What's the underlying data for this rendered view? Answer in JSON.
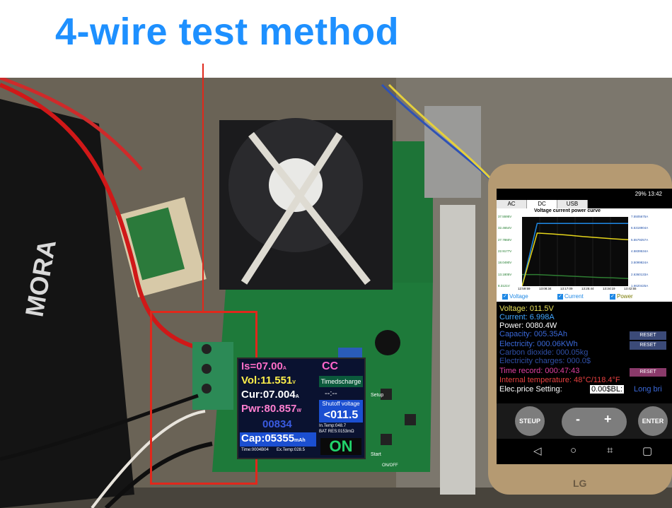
{
  "title": "4-wire test method",
  "load_board": {
    "lcd": {
      "is": "Is=07.00",
      "is_unit": "A",
      "vol": "Vol:11.551",
      "vol_unit": "V",
      "cur": "Cur:07.004",
      "cur_unit": "A",
      "pwr": "Pwr:80.857",
      "pwr_unit": "W",
      "wh": "00834",
      "cap": "Cap:05355",
      "cap_unit": "mAh",
      "timer": "Time:0004B04",
      "ex_temp": "Ex.Temp:028.5",
      "mode": "CC",
      "timed_discharge": "Timedscharge",
      "dashes": "--:--",
      "shutoff_voltage": "Shutoff voltage",
      "low_voltage": "<011.5",
      "in_temp": "In.Temp:048.7",
      "bat_res": "BAT RES:0153mΩ",
      "on": "ON"
    },
    "silk_setup": "Setup",
    "silk_start": "Start",
    "silk_on_off": "ON/OFF"
  },
  "phone": {
    "status_bar": "29% 13:42",
    "tabs": [
      "AC",
      "DC",
      "USB"
    ],
    "active_tab": "DC",
    "chart_data": {
      "type": "line",
      "title": "Voltage current power curve",
      "x": [
        "12:59:59",
        "13:08:34",
        "13:17:09",
        "13:25:44",
        "13:34:19",
        "13:42:55"
      ],
      "y_left_ticks": [
        "37.5595V",
        "32.4654V",
        "27.7860V",
        "22.9177V",
        "18.0490V",
        "13.1805V",
        "8.3121V"
      ],
      "y_right_ticks": [
        "7.5505675A",
        "6.5318904A",
        "5.5579257A",
        "4.5839534A",
        "3.5099824A",
        "2.6360133A",
        "1.6620425A"
      ],
      "series": [
        {
          "name": "Voltage",
          "color": "#2e7d32",
          "values": [
            13.2,
            13.2,
            12.9,
            12.6,
            12.3,
            12.0,
            11.8,
            11.5
          ]
        },
        {
          "name": "Current",
          "color": "#1e88e5",
          "values": [
            0.0,
            7.0,
            7.0,
            7.0,
            7.0,
            7.0,
            7.0,
            7.0
          ]
        },
        {
          "name": "Power",
          "color": "#e6d51a",
          "values": [
            0.0,
            92.0,
            90.5,
            88.5,
            86.0,
            84.0,
            82.0,
            80.4
          ]
        }
      ]
    },
    "legend": [
      "Voltage",
      "Current",
      "Power"
    ],
    "readings": {
      "voltage": "Voltage: 011.5V",
      "current": "Current: 6.998A",
      "power": "Power: 0080.4W",
      "capacity": "Capacity: 005.35Ah",
      "electricity": "Electricity: 000.06KWh",
      "carbon": "Carbon dioxide: 000.05kg",
      "charges": "Electricity charges: 000.0$",
      "time_record": "Time record: 000:47:43",
      "internal_temp": "Internal temperature: 48°C/118.4°F",
      "price": "Elec.price Setting:",
      "price_value": "0.00$BL:",
      "long_bright": "Long bri"
    },
    "reset_label": "RESET",
    "buttons": {
      "setup": "STEUP",
      "minus": "-",
      "plus": "+",
      "enter": "ENTER"
    },
    "brand": "LG"
  },
  "colors": {
    "title": "#1e90ff",
    "annotation": "#e0281c",
    "pcb": "#1f7a3a"
  }
}
